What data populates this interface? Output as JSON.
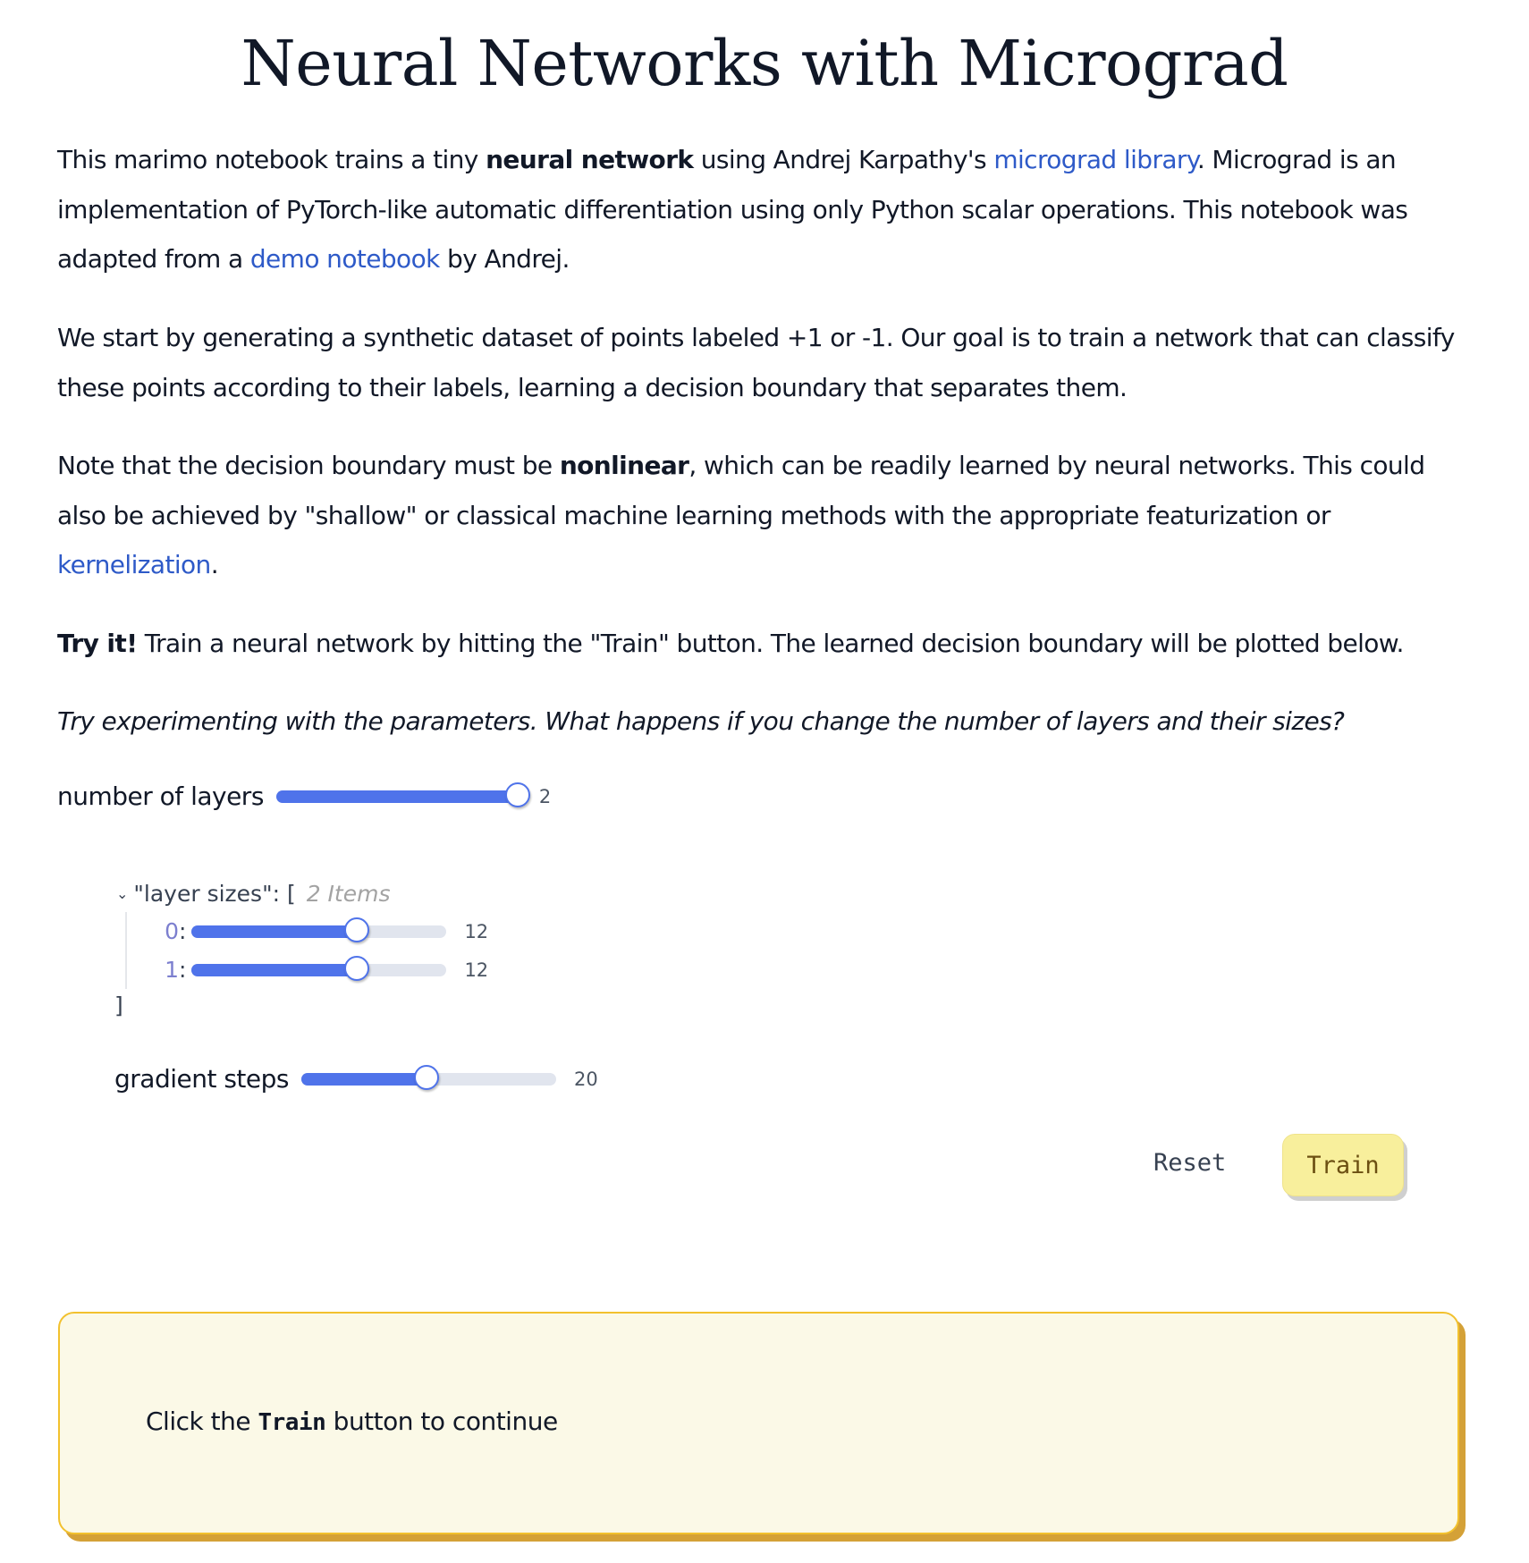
{
  "title": "Neural Networks with Micrograd",
  "intro": {
    "p1": {
      "t1": "This marimo notebook trains a tiny ",
      "bold1": "neural network",
      "t2": " using Andrej Karpathy's ",
      "link1": "micrograd library",
      "t3": ". Micrograd is an implementation of PyTorch-like automatic differentiation using only Python scalar operations. This notebook was adapted from a ",
      "link2": "demo notebook",
      "t4": " by Andrej."
    },
    "p2": "We start by generating a synthetic dataset of points labeled +1 or -1. Our goal is to train a network that can classify these points according to their labels, learning a decision boundary that separates them.",
    "p3": {
      "t1": "Note that the decision boundary must be ",
      "bold1": "nonlinear",
      "t2": ", which can be readily learned by neural networks. This could also be achieved by \"shallow\" or classical machine learning methods with the appropriate featurization or ",
      "link1": "kernelization",
      "t3": "."
    },
    "p4": {
      "bold1": "Try it!",
      "t1": " Train a neural network by hitting the \"Train\" button. The learned decision boundary will be plotted below."
    },
    "p5": "Try experimenting with the parameters. What happens if you change the number of layers and their sizes?"
  },
  "controls": {
    "num_layers": {
      "label": "number of layers",
      "value": "2",
      "fill_pct": 100
    },
    "layer_sizes": {
      "key": "\"layer sizes\": [",
      "count_note": "2 Items",
      "close": "]",
      "items": [
        {
          "index": "0",
          "value": "12",
          "fill_pct": 65
        },
        {
          "index": "1",
          "value": "12",
          "fill_pct": 65
        }
      ]
    },
    "gradient_steps": {
      "label": "gradient steps",
      "value": "20",
      "fill_pct": 49
    }
  },
  "buttons": {
    "reset": "Reset",
    "train": "Train"
  },
  "callout": {
    "t1": "Click the ",
    "code": "Train",
    "t2": " button to continue"
  },
  "colors": {
    "accent": "#4f73ea",
    "link": "#2e5ac8",
    "train_bg": "#f8ef9c",
    "callout_bg": "#fbf9e7",
    "callout_border": "#f2c12e"
  }
}
